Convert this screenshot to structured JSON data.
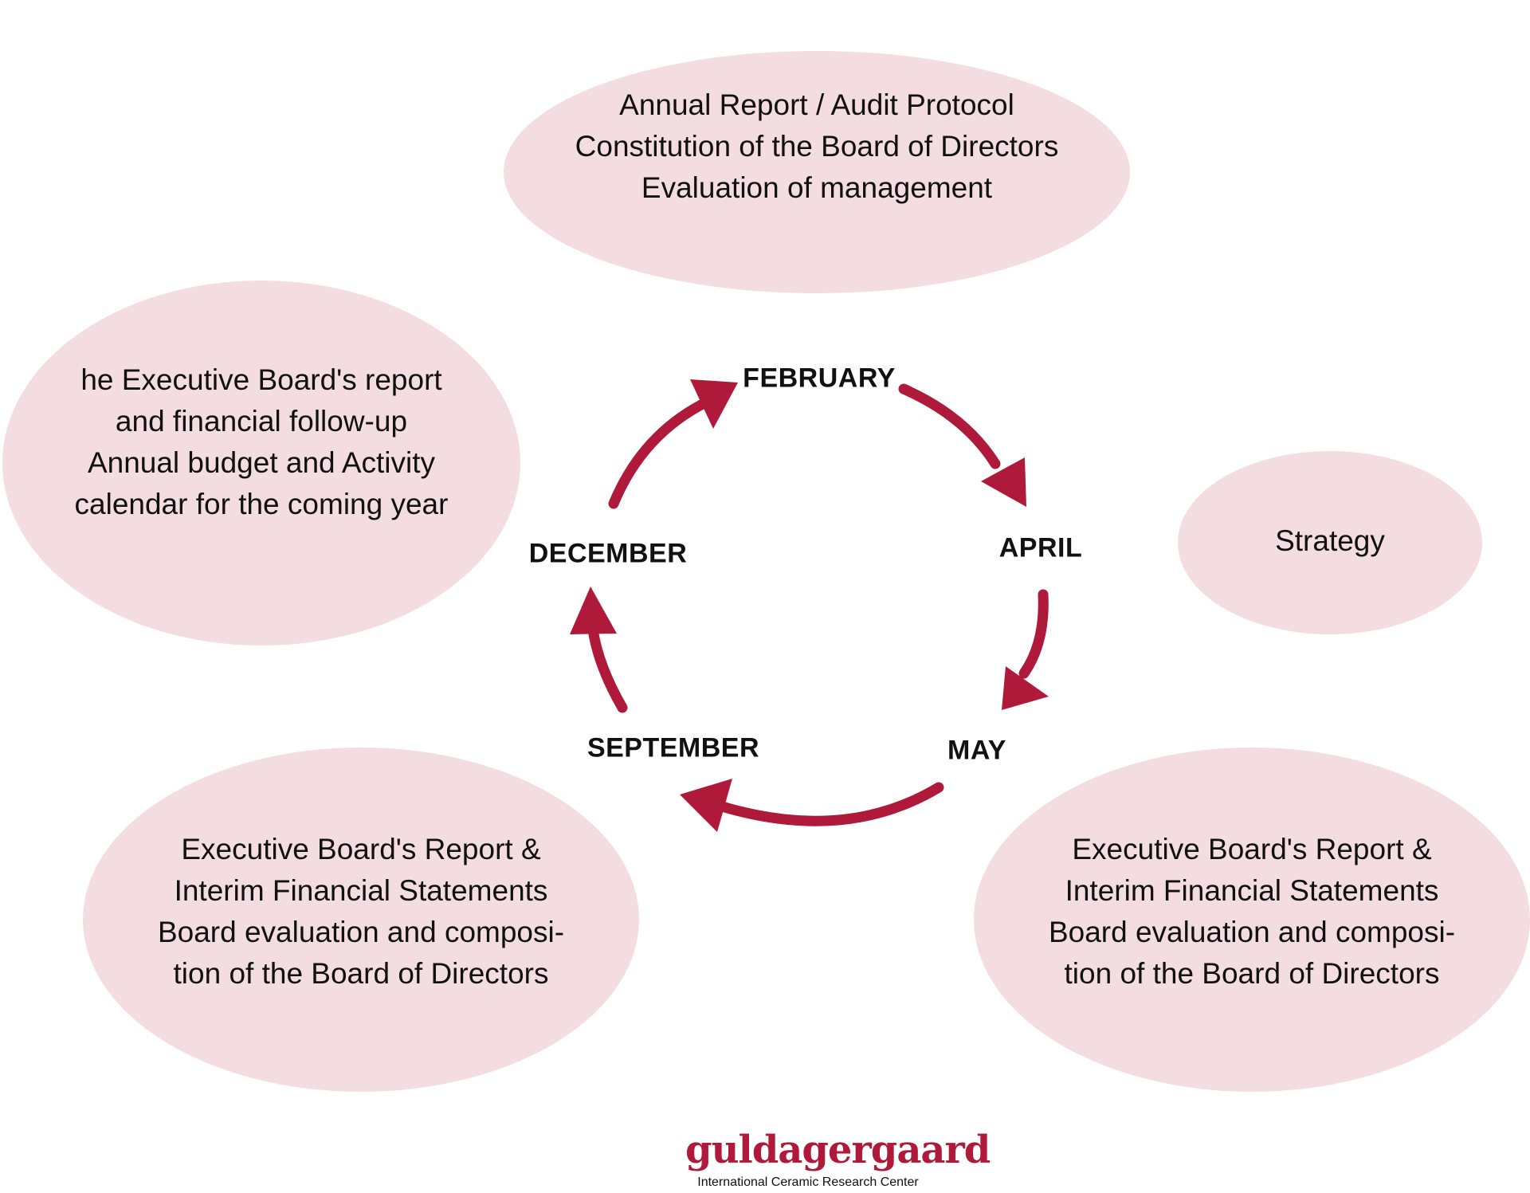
{
  "colors": {
    "bubble": "#f3dde1",
    "arrow": "#b01a3a",
    "logo": "#b01a3a"
  },
  "bubbles": {
    "top": "Annual Report / Audit Protocol\nConstitution of the Board of Directors\nEvaluation of management",
    "left": "he Executive Board's report\nand financial follow-up\nAnnual budget and Activity\ncalendar for the coming year",
    "right": "Strategy",
    "bottom_left": "Executive Board's Report &\nInterim Financial Statements\nBoard evaluation and composi-\ntion of the Board of Directors",
    "bottom_right": "Executive Board's Report &\nInterim Financial Statements\nBoard evaluation and composi-\ntion of the Board of Directors"
  },
  "months": {
    "february": "FEBRUARY",
    "april": "APRIL",
    "may": "MAY",
    "september": "SEPTEMBER",
    "december": "DECEMBER"
  },
  "logo": {
    "wordmark": "guldagergaard",
    "subtitle": "International Ceramic Research Center"
  }
}
